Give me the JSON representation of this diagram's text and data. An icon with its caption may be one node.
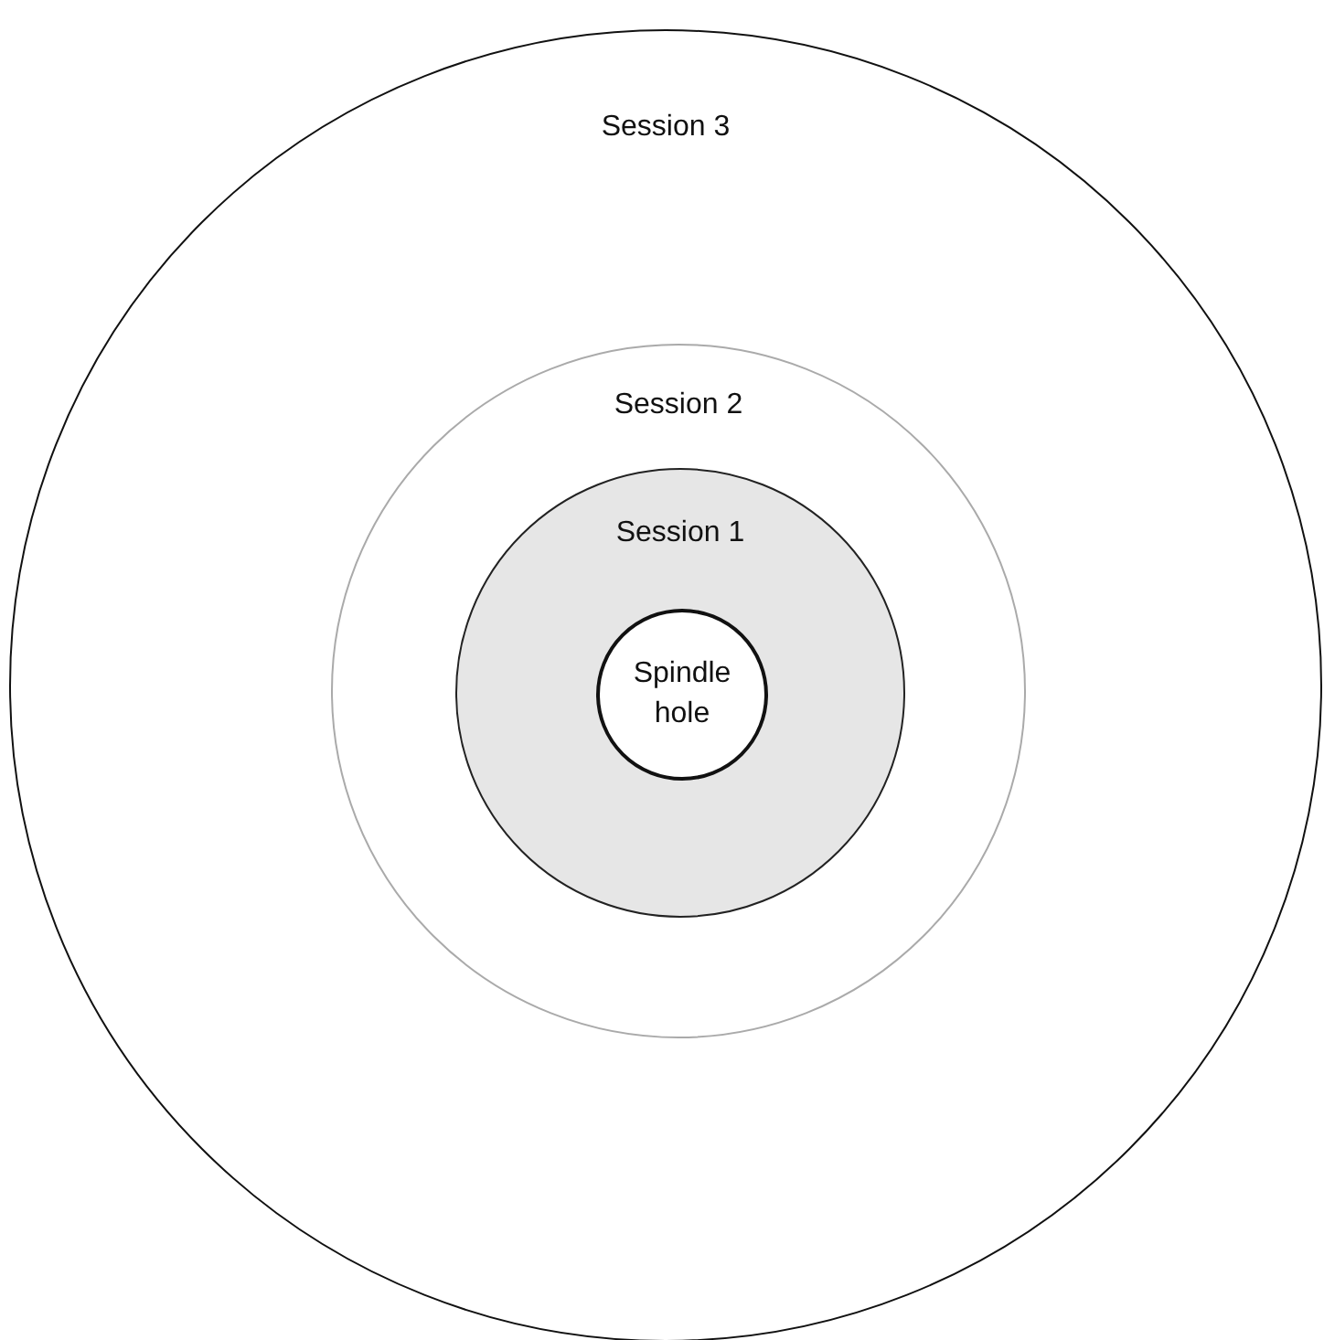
{
  "diagram": {
    "nodes": [
      {
        "text": [
          "Session 3"
        ]
      },
      {
        "text": [
          "Session 2"
        ],
        "in": 0
      },
      {
        "text": [
          "Session 1"
        ],
        "in": 1
      },
      {
        "text": [
          "Spindle hole"
        ],
        "in": 2
      }
    ]
  }
}
